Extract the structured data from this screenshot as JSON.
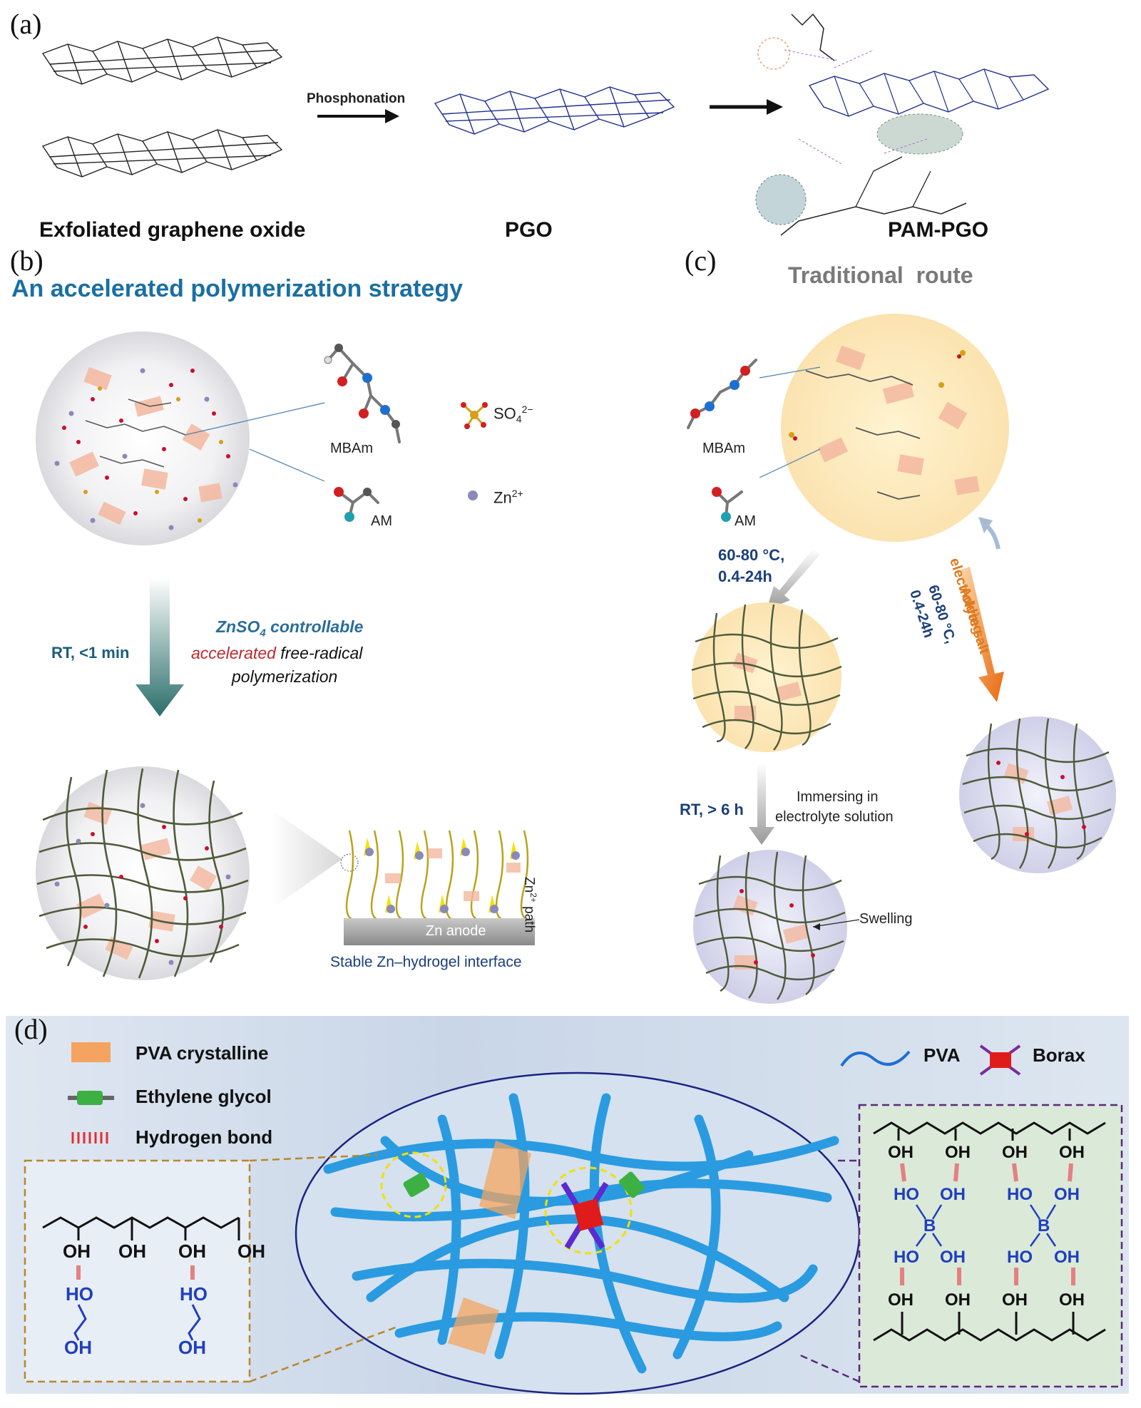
{
  "panels": {
    "a": "(a)",
    "b": "(b)",
    "c": "(c)",
    "d": "(d)"
  },
  "panel_a": {
    "step_label": "Phosphonation",
    "label_go": "Exfoliated graphene oxide",
    "label_pgo": "PGO",
    "label_pampgo": "PAM-PGO"
  },
  "panel_b": {
    "title": "An accelerated polymerization strategy",
    "mbam": "MBAm",
    "am": "AM",
    "so4": "SO",
    "so4_sub": "4",
    "so4_sup": "2−",
    "zn": "Zn",
    "zn_sup": "2+",
    "condition": "RT, <1 min",
    "desc_line1": "ZnSO",
    "desc_line1_sub": "4",
    "desc_line1_end": " controllable",
    "desc_line2_red": "accelerated",
    "desc_line2_rest": " free-radical",
    "desc_line3": "polymerization",
    "zn_path": "Zn",
    "zn_path_sup": "2+",
    "zn_path_end": " path",
    "anode": "Zn anode",
    "interface": "Stable Zn–hydrogel interface"
  },
  "panel_c": {
    "title": "Traditional  route",
    "mbam": "MBAm",
    "am": "AM",
    "cond1_line1": "60-80 °C,",
    "cond1_line2": "0.4-24h",
    "cond2_line1": "RT, > 6 h",
    "immersing_line1": "Immersing in",
    "immersing_line2": "electrolyte solution",
    "swelling": "Swelling",
    "adding_line1": "Adding",
    "adding_line2": "electrolyte salt",
    "cond3_line1": "60-80 °C,",
    "cond3_line2": "0.4-24h"
  },
  "panel_d": {
    "legend_pva_crystalline": "PVA crystalline",
    "legend_ethylene_glycol": "Ethylene glycol",
    "legend_hydrogen_bond": "Hydrogen bond",
    "legend_pva": "PVA",
    "legend_borax": "Borax",
    "oh": "OH",
    "ho": "HO",
    "b": "B"
  },
  "colors": {
    "panel_b_title": "#1a6fa3",
    "panel_c_title": "#7a7a7a",
    "pva_fiber": "#2a9be0",
    "pva_crystalline": "#f4a460",
    "ethylene_glycol": "#3cb043",
    "borax": "#e01b1b",
    "hydrogen_bond": "#e58080",
    "bonds_blue": "#1f3fbf"
  }
}
